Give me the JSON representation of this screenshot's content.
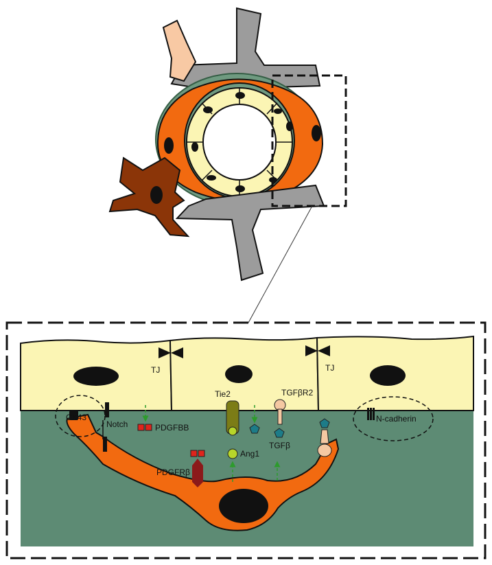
{
  "labels": {
    "tj_left": "TJ",
    "tj_right": "TJ",
    "cx43": "CX43",
    "notch": "Notch",
    "pdgfbb": "PDGFBB",
    "tie2": "Tie2",
    "tgfbr2": "TGFβR2",
    "tgfb": "TGFβ",
    "ang1": "Ang1",
    "pdgfrb": "PDGFRβ",
    "ncadherin": "N-cadherin"
  },
  "colors": {
    "endothelial": "#fbf5b4",
    "pericyte": "#f26a10",
    "basement": "#5d8b74",
    "vessel_ring": "#6f9a80",
    "astrocyte": "#9c9c9c",
    "microglia": "#8b3508",
    "neuron": "#f8c9a4",
    "pdgf": "#e0241c",
    "pdgfr": "#8b1a1a",
    "tie2": "#7c7c16",
    "ang1": "#b7d62a",
    "tgfb": "#1d7c88",
    "tgfbr2": "#f5c8a2"
  }
}
